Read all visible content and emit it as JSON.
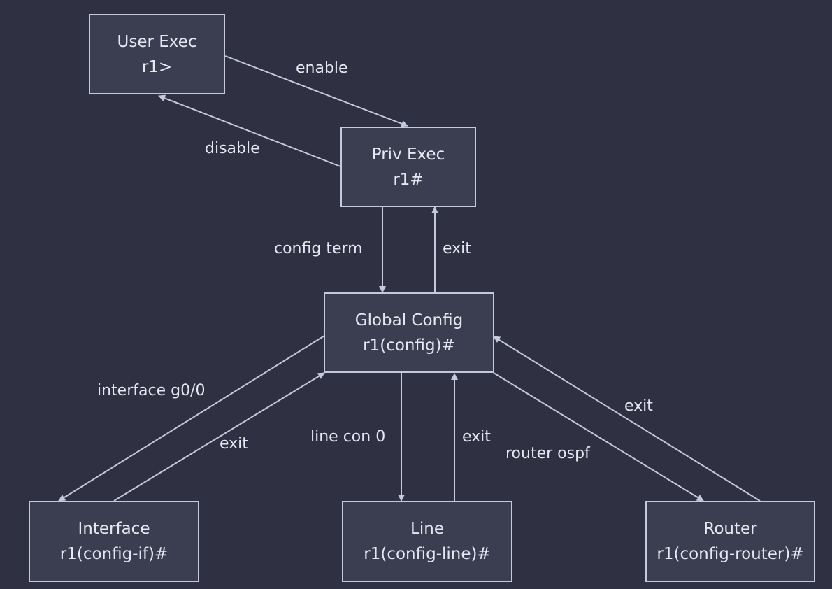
{
  "nodes": {
    "user_exec": {
      "title": "User Exec",
      "prompt": "r1>"
    },
    "priv_exec": {
      "title": "Priv Exec",
      "prompt": "r1#"
    },
    "global_config": {
      "title": "Global Config",
      "prompt": "r1(config)#"
    },
    "interface": {
      "title": "Interface",
      "prompt": "r1(config-if)#"
    },
    "line": {
      "title": "Line",
      "prompt": "r1(config-line)#"
    },
    "router": {
      "title": "Router",
      "prompt": "r1(config-router)#"
    }
  },
  "edges": {
    "enable": "enable",
    "disable": "disable",
    "config_term": "config term",
    "exit_priv": "exit",
    "interface_g0": "interface g0/0",
    "exit_interface": "exit",
    "line_con": "line con 0",
    "exit_line": "exit",
    "router_ospf": "router ospf",
    "exit_router": "exit"
  },
  "colors": {
    "background": "#2f3142",
    "node_fill": "#3b3d51",
    "line": "#c6c8dc",
    "text": "#e6e7f1"
  }
}
